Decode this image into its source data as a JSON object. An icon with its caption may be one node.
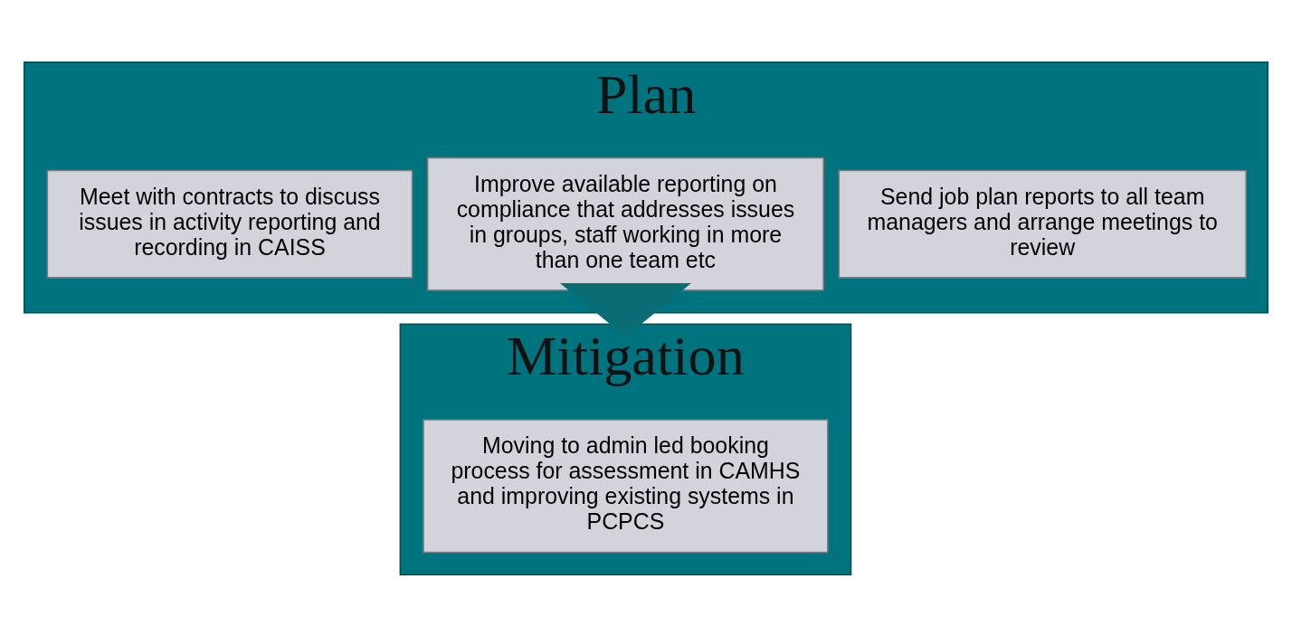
{
  "diagram": {
    "nodes": [
      {
        "text": [
          "Plan"
        ]
      },
      {
        "text": [
          "Send job plan reports to all team managers and arrange meetings to review"
        ],
        "in": 0
      },
      {
        "text": [
          "Improve available reporting on compliance that addresses issues in groups, staff working in more than one team etc"
        ],
        "in": 0
      },
      {
        "text": [
          "Meet with contracts to discuss issues in activity reporting and recording in CAISS"
        ],
        "in": 0
      },
      {
        "text": [
          "Mitigation"
        ]
      },
      {
        "text": [
          "Moving to admin led booking process for assessment in CAMHS and improving existing systems in PCPCS"
        ],
        "in": 4
      }
    ],
    "edges": [
      {
        "from": 0,
        "to": 4,
        "arrow": "to",
        "style": "thick"
      }
    ]
  }
}
